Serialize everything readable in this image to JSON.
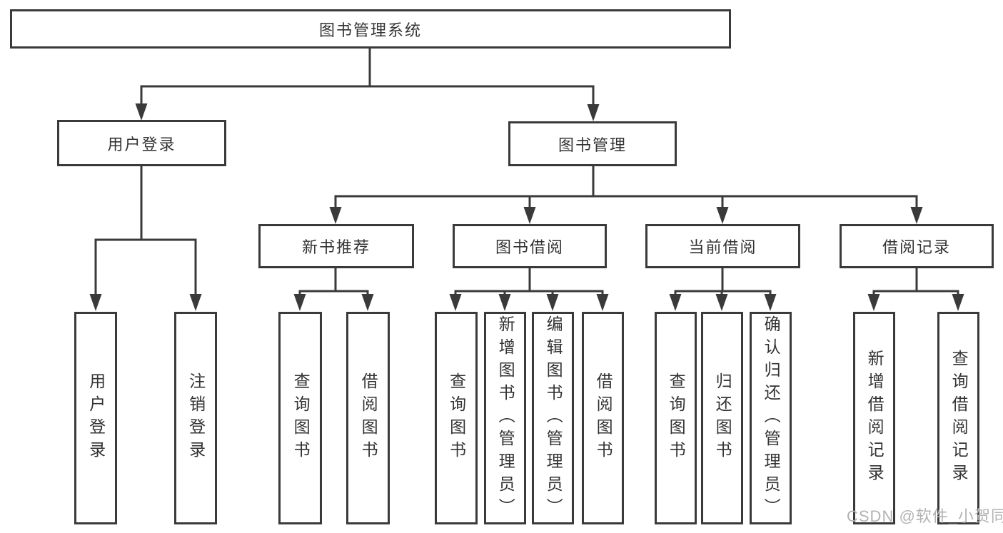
{
  "colors": {
    "line": "#3a3a3a",
    "text": "#333333",
    "watermark": "#b3b3b3",
    "background": "#ffffff"
  },
  "watermark": "CSDN @软件_小贺同学",
  "tree": {
    "label": "图书管理系统",
    "children": [
      {
        "label": "用户登录",
        "children": [
          {
            "label": "用户登录"
          },
          {
            "label": "注销登录"
          }
        ]
      },
      {
        "label": "图书管理",
        "children": [
          {
            "label": "新书推荐",
            "children": [
              {
                "label": "查询图书"
              },
              {
                "label": "借阅图书"
              }
            ]
          },
          {
            "label": "图书借阅",
            "children": [
              {
                "label": "查询图书"
              },
              {
                "label": "新增图书（管理员）"
              },
              {
                "label": "编辑图书（管理员）"
              },
              {
                "label": "借阅图书"
              }
            ]
          },
          {
            "label": "当前借阅",
            "children": [
              {
                "label": "查询图书"
              },
              {
                "label": "归还图书"
              },
              {
                "label": "确认归还（管理员）"
              }
            ]
          },
          {
            "label": "借阅记录",
            "children": [
              {
                "label": "新增借阅记录"
              },
              {
                "label": "查询借阅记录"
              }
            ]
          }
        ]
      }
    ]
  }
}
